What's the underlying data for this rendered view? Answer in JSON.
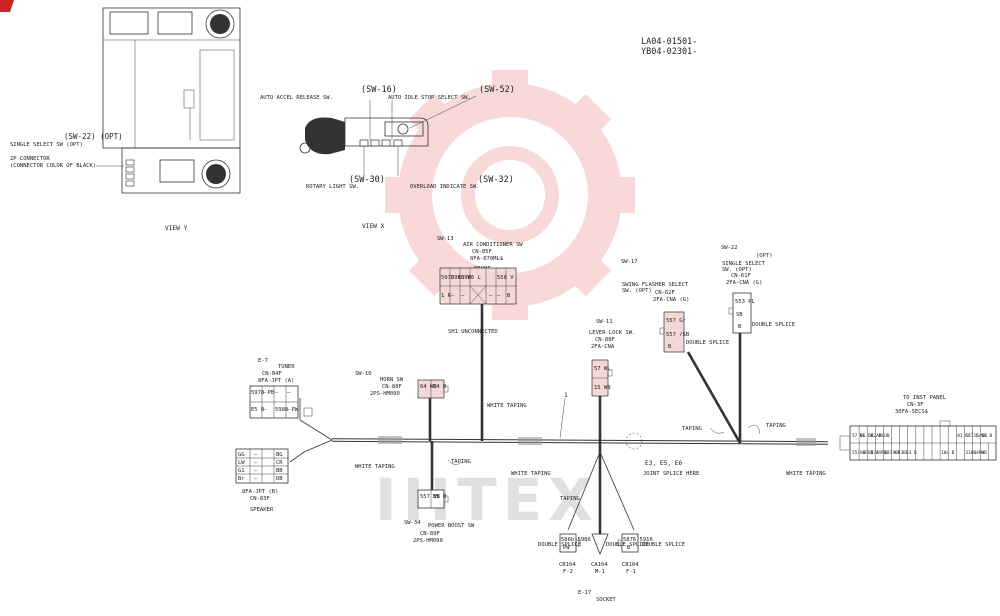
{
  "ref_numbers": [
    "LA04-01501-",
    "YB04-02301-"
  ],
  "view_y": {
    "title": "VIEW Y",
    "sw22_label": "(SW-22) (OPT)",
    "single_select": "SINGLE SELECT SW (OPT)",
    "connector_line1": "2P CONNECTOR",
    "connector_line2": "(CONNECTOR COLOR OF BLACK)"
  },
  "view_x": {
    "title": "VIEW X",
    "sw16": "(SW-16)",
    "sw52": "(SW-52)",
    "sw30": "(SW-30)",
    "sw32": "(SW-32)",
    "auto_accel": "AUTO ACCEL RELEASE SW.",
    "auto_idle": "AUTO IDLE STOP SELECT SW.",
    "rotary_light": "ROTARY LIGHT SW.",
    "overload": "OVERLOAD INDICATE SW."
  },
  "sw13": {
    "id": "SW-13",
    "name": "AIR CONDITIONER SW",
    "cn": "CN-85F",
    "part": "8FA-070ML$",
    "front": "FRONT",
    "cells": [
      "5978 Y",
      "5968 W",
      "5966 L",
      "558 V",
      "1 R",
      "—",
      "—",
      "—",
      "—",
      "B"
    ],
    "note": "SH1 UNCONNECTED"
  },
  "sw17": {
    "id": "SW-17",
    "name1": "SWING FLASHER SELECT",
    "name2": "SW. (OPT)",
    "cn": "CN-62F",
    "part": "2FA-CNA (G)",
    "cells": [
      "557 Gr",
      "557 /SB",
      "B"
    ],
    "splice": "DOUBLE SPLICE"
  },
  "sw22": {
    "id": "SW-22",
    "opt": "(OPT)",
    "name1": "SINGLE SELECT",
    "name2": "SW. (OPT)",
    "cn": "CN-61F",
    "part": "2FA-CNA (G)",
    "cells": [
      "553 PL",
      "SB",
      "B"
    ],
    "splice": "DOUBLE SPLICE"
  },
  "sw11": {
    "id": "SW-11",
    "name": "LEVER LOCK SW.",
    "cn": "CN-88F",
    "part": "2FA-CNA",
    "cells": [
      "57 WL",
      "15 WB"
    ]
  },
  "sw10": {
    "id": "SW-10",
    "name": "HORN SW",
    "cn": "CN-88F",
    "part": "2PS-HM090",
    "cells": [
      "64 WB",
      "64 B"
    ]
  },
  "sw34": {
    "id": "SW-34",
    "name": "POWER BOOST SW",
    "cn": "CN-89F",
    "part": "2PS-HM090",
    "cells": [
      "557 WB",
      "E9 B"
    ]
  },
  "e7": {
    "id": "E-7",
    "name": "TUNER",
    "cn": "CN-84F",
    "part": "8FA-JPT (A)",
    "cells": [
      "5978 PB",
      "—",
      "—",
      "—",
      "E5 B",
      "—",
      "5988 PW",
      "—"
    ]
  },
  "speaker": {
    "part": "8FA-JPT (B)",
    "cn": "CN-83F",
    "name": "SPEAKER",
    "cells": [
      "GG",
      "LW",
      "G1",
      "Br",
      "—",
      "—",
      "—",
      "—",
      "BG",
      "CR",
      "BB",
      "DB"
    ]
  },
  "inst_panel": {
    "label1": "TO INST PANEL",
    "label2": "CN-3F",
    "label3": "30FA-SECS$",
    "row1": [
      "57 WL",
      "56 LR",
      "582 PL",
      "A8 DB",
      "",
      "",
      "",
      "",
      "",
      "",
      "",
      "",
      "",
      "81 Gr",
      "557 Gr",
      "15 WB",
      "E1 B"
    ],
    "row2": [
      "557 GR",
      "80 LR",
      "557A PB",
      "69 Gr",
      "151 Gr",
      "909 B",
      "3 B",
      "3 B",
      "",
      "",
      "",
      "104 B",
      "",
      "",
      "3386 PW",
      "54 WB",
      "",
      ""
    ]
  },
  "harness": {
    "white_taping": "WHITE TAPING",
    "taping": "TAPING",
    "joint_label": "E3, E5, E6",
    "joint_splice": "JOINT SPLICE HERE",
    "branch_number": "1",
    "double_splice": "DOUBLE SPLICE"
  },
  "socket": {
    "id": "E-17",
    "name": "SOCKET",
    "cb104_a": "CB104",
    "f2": "F-2",
    "ca104": "CA104",
    "m1": "M-1",
    "cb104_b": "CB104",
    "f1": "F-1",
    "left_cells": [
      "586b 5986",
      "PW"
    ],
    "right_cells": [
      "5876 5916",
      "B"
    ]
  },
  "watermark": "IHTEX"
}
